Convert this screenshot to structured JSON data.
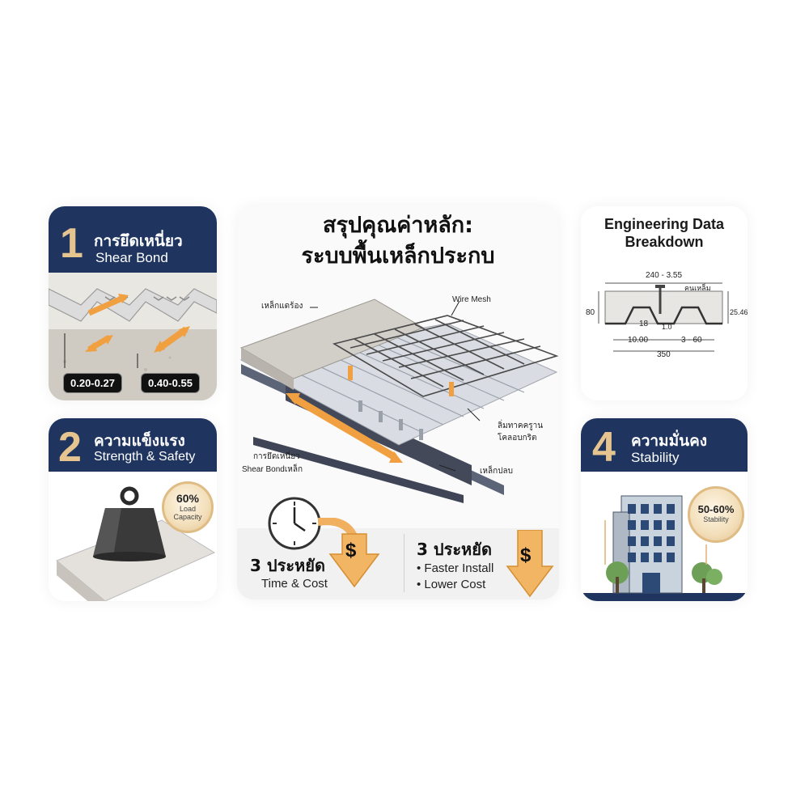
{
  "card1": {
    "number": "1",
    "title_th": "การยึดเหนี่ยว",
    "title_en": "Shear Bond",
    "range_a": "0.20-0.27",
    "range_b": "0.40-0.55"
  },
  "card2": {
    "number": "2",
    "title_th": "ความแข็งแรง",
    "title_en": "Strength & Safety",
    "badge_value": "60%",
    "badge_line1": "Load",
    "badge_line2": "Capacity"
  },
  "main": {
    "title_line1": "สรุปคุณค่าหลัก:",
    "title_line2": "ระบบพื้นเหล็กประกบ",
    "label_deck": "เหล็กแดร้อง",
    "label_mesh": "Wire Mesh",
    "label_shear_line1": "การยึดเหนี่ยว",
    "label_shear_line2": "Shear Bondเหล็ก",
    "label_stud_line1": "ลิ่มทาคครูาน",
    "label_stud_line2": "โคลอบกริต",
    "label_beam": "เหล็กปลบ",
    "saving1_th": "3 ประหยัด",
    "saving1_en": "Time & Cost",
    "saving2_th": "3 ประหยัด",
    "saving2_bullet1": "• Faster Install",
    "saving2_bullet2": "• Lower Cost",
    "dollar": "$"
  },
  "engineering": {
    "title_line1": "Engineering Data",
    "title_line2": "Breakdown",
    "dim_top": "240 - 3.55",
    "dim_note": "คนเหล็ม",
    "dim_left": "80",
    "dim_right": "25.46",
    "dim_inner_a": "18",
    "dim_inner_b": "1.0",
    "dim_bottom_left": "10.00",
    "dim_bottom_right": "3 - 60",
    "dim_total": "350"
  },
  "card4": {
    "number": "4",
    "title_th": "ความมั่นคง",
    "title_en": "Stability",
    "badge_value": "50-60%",
    "badge_label": "Stability"
  },
  "colors": {
    "navy": "#1f3560",
    "gold": "#e5c490",
    "arrow_orange": "#f0a040"
  },
  "icons": [
    "dumbbell-weight-icon",
    "clock-icon",
    "dollar-down-arrow-icon",
    "building-icon",
    "tree-icon",
    "shear-arrow-icon"
  ]
}
